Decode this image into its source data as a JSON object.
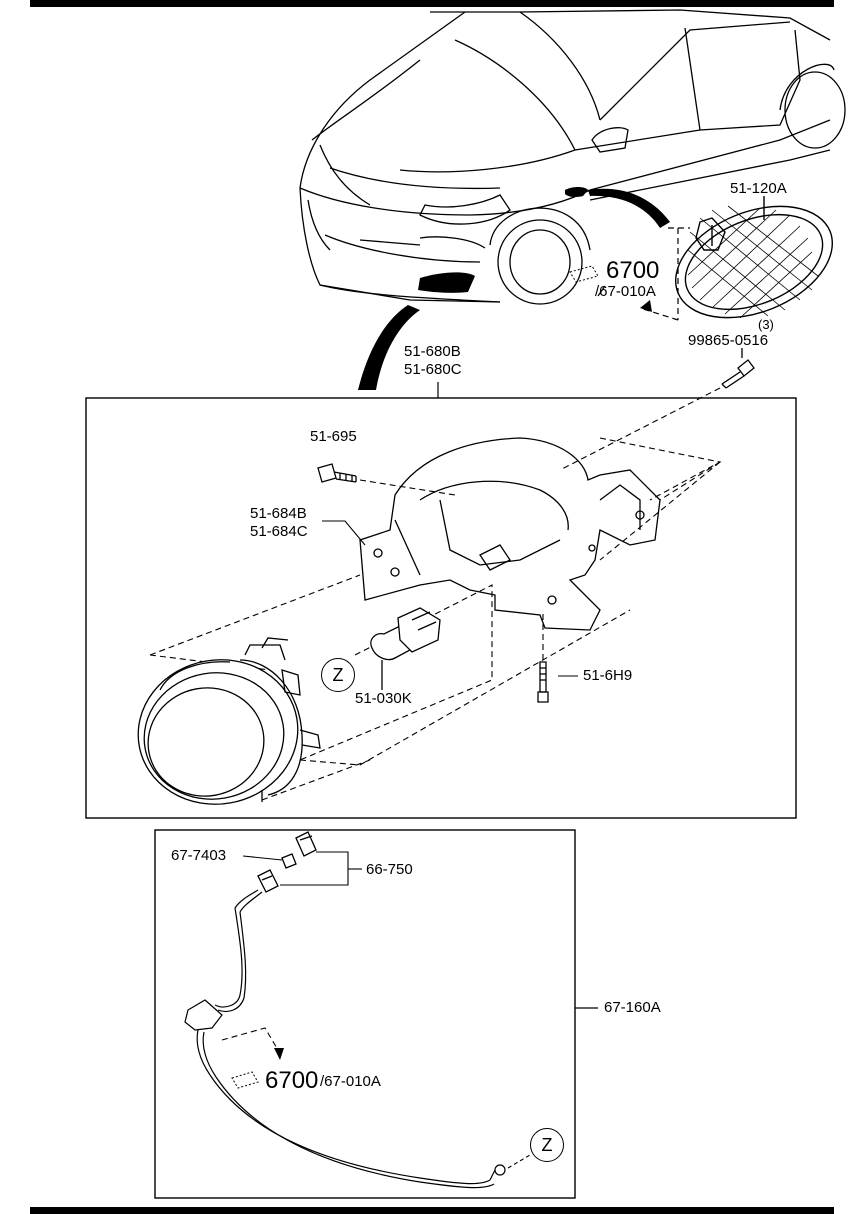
{
  "labels": {
    "side_marker": "51-120A",
    "ref_top_code": "6700",
    "ref_top_sub": "/67-010A",
    "qty": "(3)",
    "screw": "99865-0516",
    "bracket_a": "51-680B",
    "bracket_b": "51-680C",
    "bolt_top": "51-695",
    "cover_a": "51-684B",
    "cover_b": "51-684C",
    "bulb": "51-030K",
    "bolt_bottom": "51-6H9",
    "harness_clip": "67-7403",
    "connector": "66-750",
    "harness": "67-160A",
    "ref_bottom_code": "6700",
    "ref_bottom_sub": "/67-010A",
    "callout_z": "Z"
  }
}
